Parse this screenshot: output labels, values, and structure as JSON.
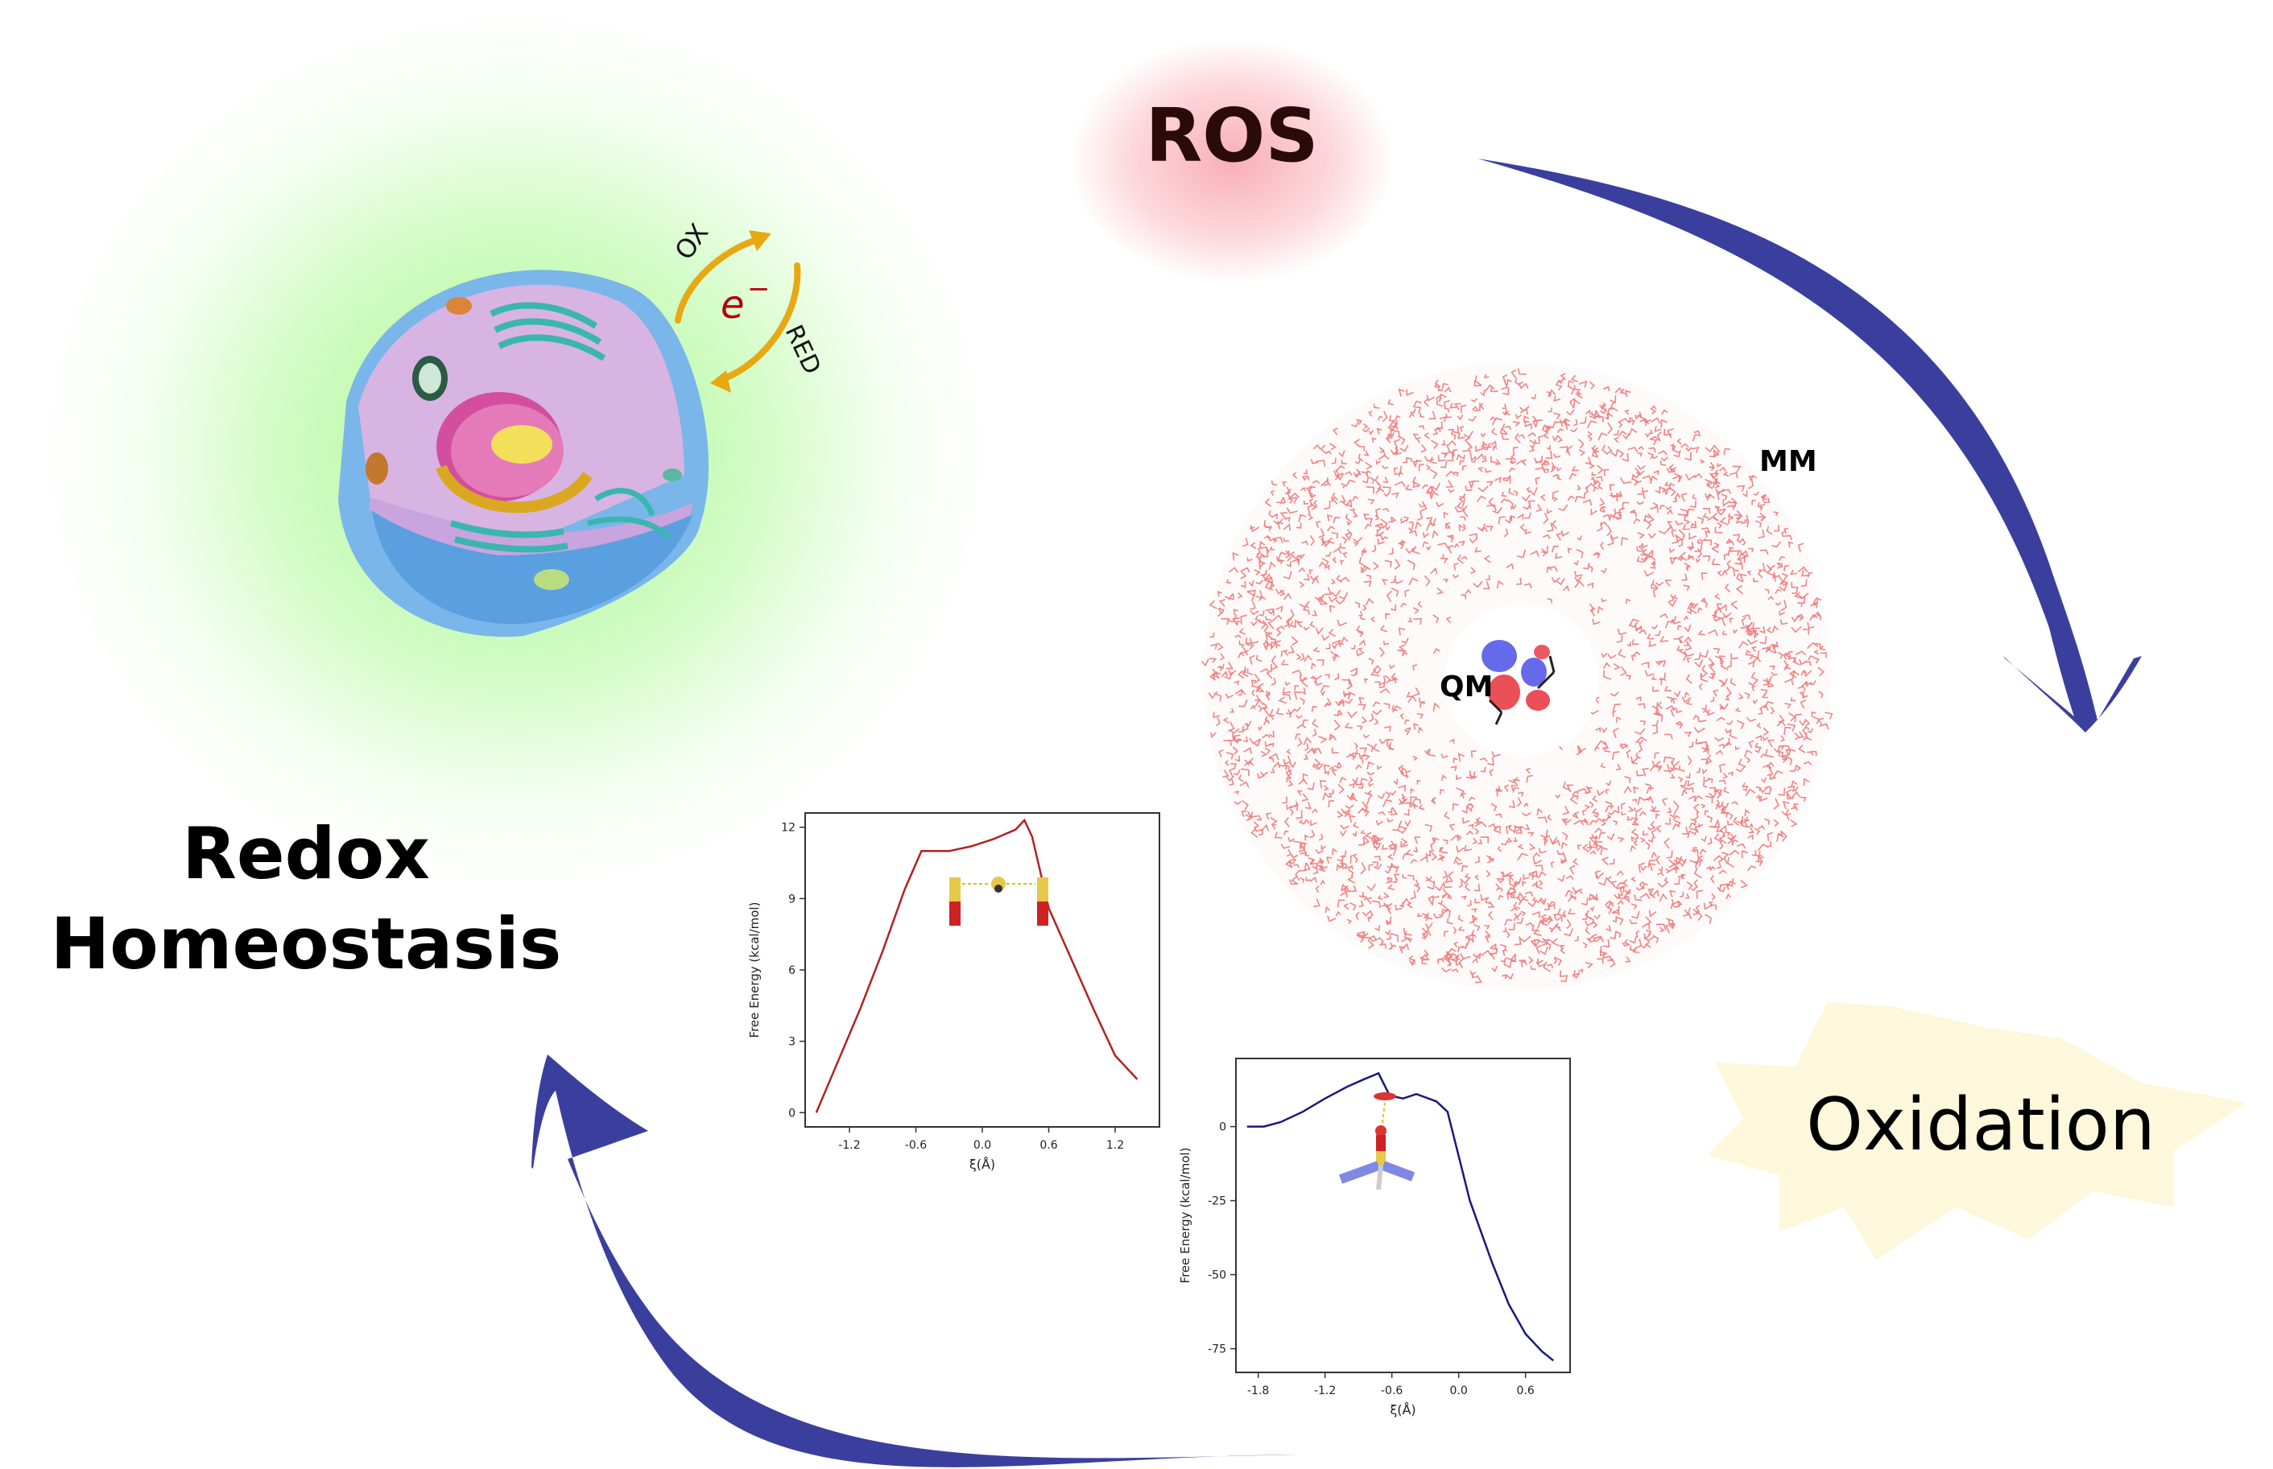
{
  "labels": {
    "ros": "ROS",
    "redox_line1": "Redox",
    "redox_line2": "Homeostasis",
    "oxidation": "Oxidation",
    "mm": "MM",
    "qm": "QM",
    "ox": "OX",
    "red": "RED",
    "electron_symbol": "e",
    "electron_charge": "−"
  },
  "colors": {
    "arrow": "#3a3f9e",
    "green_glow": "#b5f5a0",
    "ros_glow": "#f8b0b8",
    "starburst": "#fdf8dc",
    "solvent": "#e85c5c",
    "red_ox_arrow": "#e8a812",
    "electron": "#b00010"
  },
  "chart_data": [
    {
      "type": "line",
      "series": [
        {
          "color": "#b22222",
          "x": [
            -1.5,
            -1.3,
            -1.1,
            -0.9,
            -0.7,
            -0.55,
            -0.45,
            -0.3,
            -0.1,
            0.1,
            0.3,
            0.38,
            0.45,
            0.6,
            0.8,
            1.0,
            1.2,
            1.4
          ],
          "y": [
            0.0,
            2.2,
            4.4,
            6.8,
            9.4,
            11.0,
            11.0,
            11.0,
            11.2,
            11.5,
            11.9,
            12.3,
            11.6,
            8.6,
            6.5,
            4.4,
            2.4,
            1.4
          ]
        }
      ],
      "xlabel": "ξ(Å)",
      "ylabel": "Free Energy (kcal/mol)",
      "xlim": [
        -1.6,
        1.6
      ],
      "ylim": [
        -0.6,
        12.6
      ],
      "xticks": [
        "-1.2",
        "-0.6",
        "0.0",
        "0.6",
        "1.2"
      ],
      "yticks": [
        "0",
        "3",
        "6",
        "9",
        "12"
      ],
      "grid": false
    },
    {
      "type": "line",
      "series": [
        {
          "color": "#1a1a7a",
          "x": [
            -1.9,
            -1.75,
            -1.6,
            -1.4,
            -1.2,
            -1.0,
            -0.85,
            -0.72,
            -0.62,
            -0.5,
            -0.38,
            -0.2,
            -0.1,
            0.0,
            0.1,
            0.3,
            0.45,
            0.6,
            0.75,
            0.85
          ],
          "y": [
            0.0,
            0.0,
            1.5,
            5.0,
            9.5,
            13.5,
            16.0,
            18.0,
            10.5,
            9.5,
            11.0,
            8.5,
            5.0,
            -10.0,
            -25.0,
            -46.0,
            -60.0,
            -70.0,
            -76.0,
            -79.0
          ]
        }
      ],
      "xlabel": "ξ(Å)",
      "ylabel": "Free Energy (kcal/mol)",
      "xlim": [
        -2.0,
        1.0
      ],
      "ylim": [
        -83,
        23
      ],
      "xticks": [
        "-1.8",
        "-1.2",
        "-0.6",
        "0.0",
        "0.6"
      ],
      "yticks": [
        "0",
        "-25",
        "-50",
        "-75"
      ],
      "grid": false
    }
  ]
}
